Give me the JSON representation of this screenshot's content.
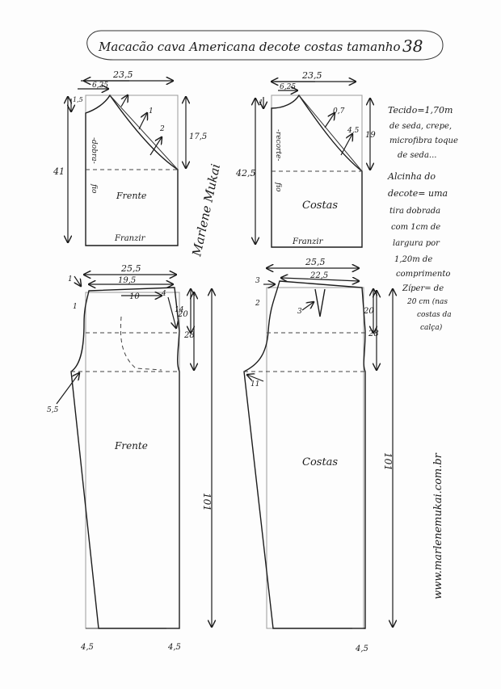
{
  "title": "Macacão cava Americana decote costas tamanho",
  "size": "38",
  "bodice_front": {
    "name": "Frente",
    "width": "23,5",
    "neck_offset": "6,25",
    "neck_drop": "1,5",
    "armhole_depth": "17,5",
    "total_length": "41",
    "curve_1": "1",
    "curve_2": "2",
    "fold_label": "-dobra-",
    "grain_label": "fio",
    "bottom_label": "Franzir"
  },
  "bodice_back": {
    "name": "Costas",
    "width": "23,5",
    "neck_offset": "6,25",
    "neck_drop": "1",
    "armhole_depth": "19",
    "total_length": "42,5",
    "curve_1": "0,7",
    "curve_2": "4,5",
    "cut_label": "-recorte-",
    "grain_label": "fio",
    "bottom_label": "Franzir"
  },
  "notes": {
    "fabric": [
      "Tecido=1,70m",
      "de seda, crepe,",
      "microfibra toque",
      "de seda..."
    ],
    "strap": [
      "Alcinha do",
      "decote= uma",
      "tira dobrada",
      "com 1cm de",
      "largura por",
      "1,20m de",
      "comprimento"
    ],
    "zipper": [
      "Zíper= de",
      "20 cm (nas",
      "costas da",
      "calça)"
    ]
  },
  "pants_front": {
    "name": "Frente",
    "waist_total": "25,5",
    "waist_width": "19,5",
    "pocket": "10",
    "pocket_depth": "14",
    "hip_depth": "20",
    "crotch_depth": "28",
    "total_length": "101",
    "rise_top": "1",
    "rise_left": "1",
    "waist_right": "4",
    "crotch_ext": "5,5",
    "hem_left": "4,5",
    "hem_right": "4,5"
  },
  "pants_back": {
    "name": "Costas",
    "waist_total": "25,5",
    "waist_width": "22,5",
    "rise_top": "3",
    "rise_left": "2",
    "dart": "3",
    "hip_depth": "20",
    "crotch_depth": "28",
    "total_length": "101",
    "crotch_ext": "11",
    "hem_right": "4,5"
  },
  "signature": "Marlene Mukai",
  "website": "www.marlenemukai.com.br"
}
